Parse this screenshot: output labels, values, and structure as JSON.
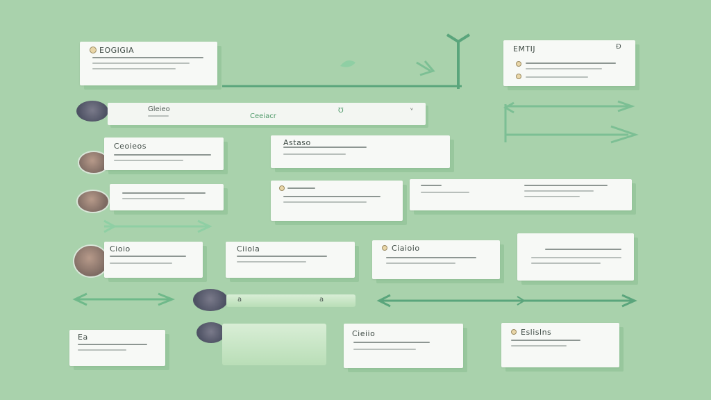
{
  "colors": {
    "background": "#a9d2ac",
    "card": "#f7f9f6",
    "connector": "#5aa57c",
    "light_connector": "#8fcfa4"
  },
  "cards": {
    "c1": {
      "title": "EOGIGIA"
    },
    "c2": {
      "title": "EMTIJ",
      "badge": "Ɖ"
    },
    "c3": {
      "title": "Ceoieos"
    },
    "c4": {
      "title": "Astaso"
    },
    "c5": {
      "title": "Cioio"
    },
    "c6": {
      "title": "Ciiola"
    },
    "c7": {
      "title": "Ciaioio"
    },
    "c8": {
      "title": "Cieiio"
    },
    "c9": {
      "title": "Ea"
    },
    "c10": {
      "title": "Eslislns"
    }
  },
  "top_bar": {
    "title": "Gleieo",
    "subtitle": "Ceeiacr",
    "mark": "Ʊ",
    "caret": "ᵛ"
  },
  "mid_bar": {
    "left": "a",
    "right": "a"
  }
}
